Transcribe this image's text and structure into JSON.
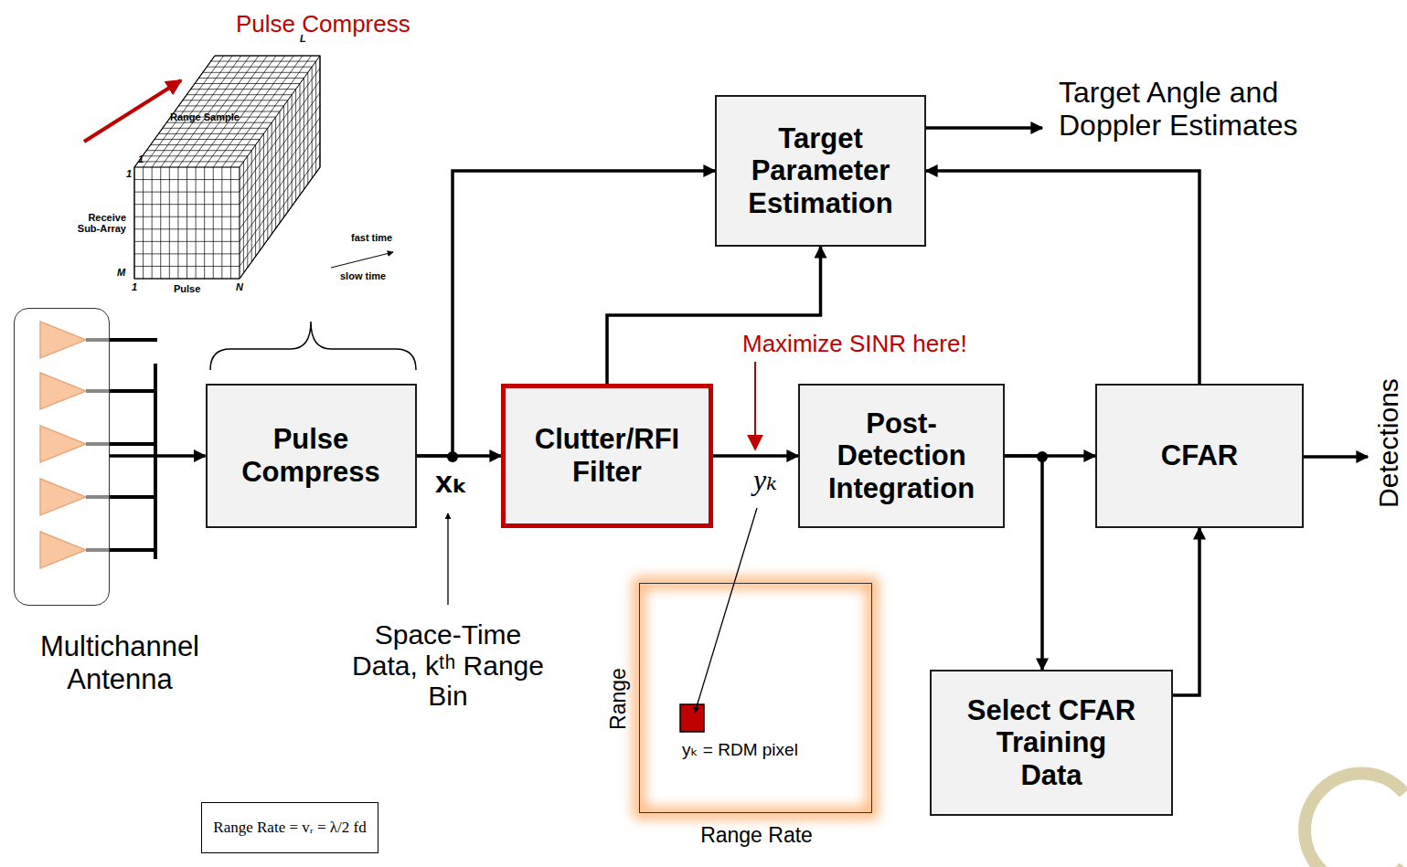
{
  "diagram": {
    "nodes": [
      {
        "text": [
          "Target Parameter Estimation"
        ]
      },
      {
        "text": [
          "Multichannel Antenna"
        ]
      },
      {
        "text": [
          "Pulse Compress"
        ]
      },
      {
        "text": [
          "Clutter/RFI Filter"
        ]
      },
      {
        "text": [
          "Post-Detection Integration"
        ]
      },
      {
        "text": [
          "CFAR"
        ]
      },
      {
        "text": [
          "Range",
          "yₖ = RDM pixel",
          "Range Rate"
        ]
      },
      {
        "text": [
          "Select CFAR Training Data"
        ]
      },
      {
        "text": [
          "Range Rate = vᵣ = λ/2 fd"
        ]
      }
    ],
    "edges": [
      {
        "from": 1,
        "to": 2,
        "arrow": "to"
      },
      {
        "from": 2,
        "to": 3,
        "arrow": "to",
        "label": "xₖ"
      },
      {
        "from": 2,
        "to": 0,
        "arrow": "to"
      },
      {
        "from": 3,
        "to": 0,
        "arrow": "to"
      },
      {
        "from": 3,
        "to": 4,
        "arrow": "to",
        "label": "yₖ"
      },
      {
        "from": 4,
        "to": 5,
        "arrow": "to"
      },
      {
        "from": 4,
        "to": 7,
        "arrow": "to"
      },
      {
        "from": 7,
        "to": 5,
        "arrow": "to"
      },
      {
        "from": 5,
        "to": 0,
        "arrow": "to"
      }
    ],
    "labels": [
      "Pulse Compress",
      "Range Sample",
      "L",
      "1",
      "1",
      "Receive Sub-Array",
      "M",
      "1",
      "Pulse",
      "N",
      "fast time",
      "slow time",
      "Maximize SINR here!",
      "Target Angle and Doppler Estimates",
      "Space-Time Data, kᵗʰ Range Bin",
      "Detections"
    ]
  }
}
